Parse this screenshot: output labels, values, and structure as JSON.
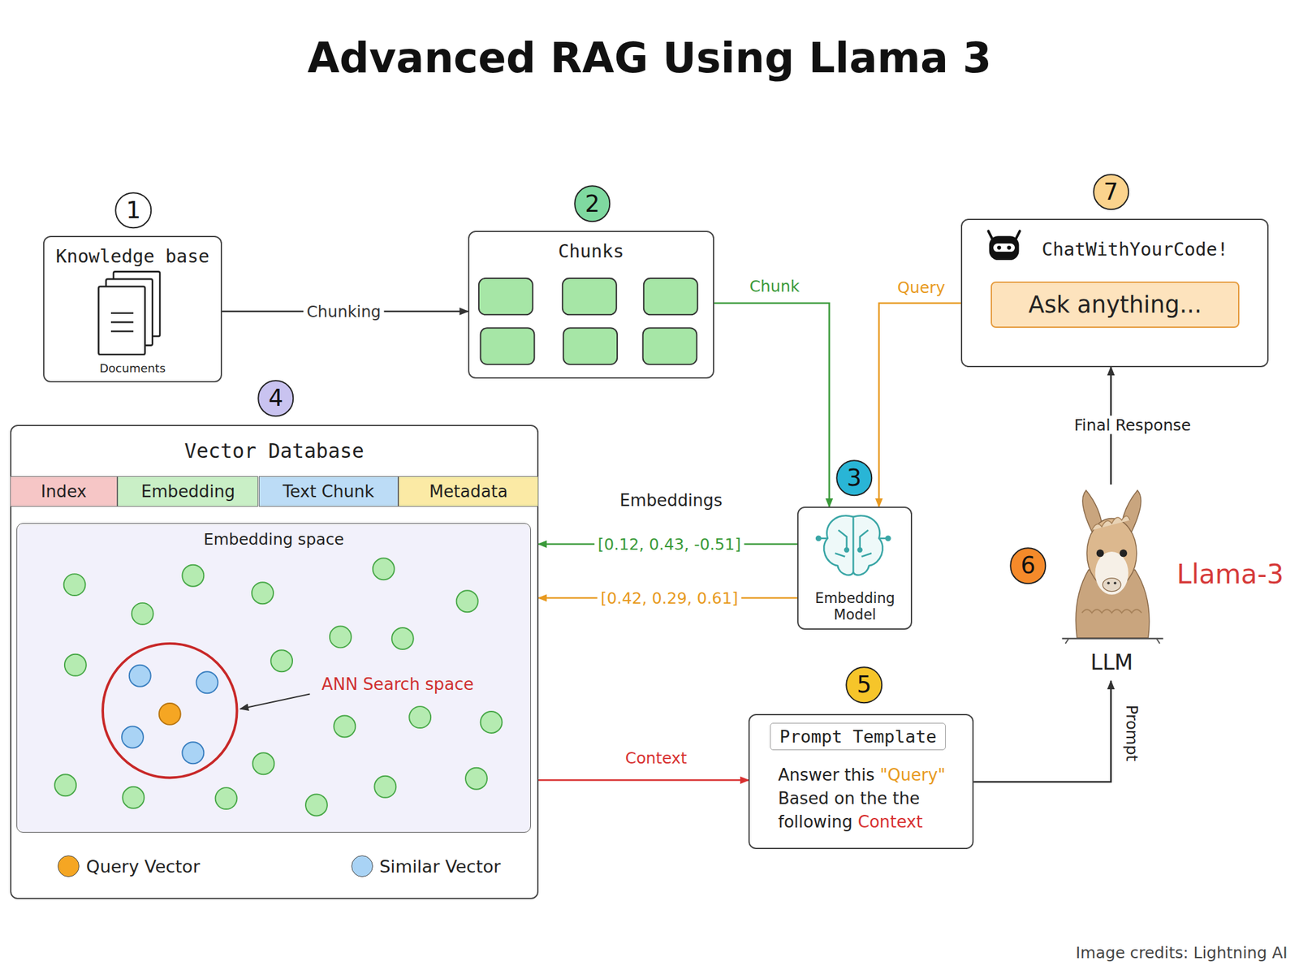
{
  "diagram": {
    "title": "Advanced RAG Using Llama 3",
    "caption": "Image credits: Lightning AI",
    "nodes": [
      {
        "text": [
          "Knowledge base",
          "Documents"
        ]
      },
      {
        "text": [
          "Chunks"
        ]
      },
      {
        "text": [
          "ChatWithYourCode!"
        ]
      },
      {
        "text": [
          "Ask anything..."
        ],
        "in": 2
      },
      {
        "text": [
          "Vector Database"
        ]
      },
      {
        "text": [
          "Index"
        ],
        "in": 4
      },
      {
        "text": [
          "Embedding"
        ],
        "in": 4
      },
      {
        "text": [
          "Text Chunk"
        ],
        "in": 4
      },
      {
        "text": [
          "Metadata"
        ],
        "in": 4
      },
      {
        "text": [
          "Embedding space"
        ],
        "in": 4
      },
      {
        "text": [
          "Embedding Model"
        ]
      },
      {
        "text": [
          "LLM"
        ]
      },
      {
        "text": [
          "Answer this \"Query\" Based on the the following Context"
        ]
      },
      {
        "text": [
          "Prompt Template"
        ],
        "in": 12
      }
    ],
    "edges": [
      {
        "from": 0,
        "to": 1,
        "label": "Chunking",
        "arrow": "to"
      },
      {
        "from": 1,
        "to": 10,
        "label": "Chunk",
        "arrow": "to"
      },
      {
        "from": 2,
        "to": 10,
        "label": "Query",
        "arrow": "to"
      },
      {
        "from": 10,
        "to": 4,
        "label": "[0.12, 0.43, -0.51]",
        "arrow": "to"
      },
      {
        "from": 10,
        "to": 4,
        "label": "[0.42, 0.29, 0.61]",
        "arrow": "to"
      },
      {
        "from": 4,
        "to": 12,
        "label": "Context",
        "arrow": "to"
      },
      {
        "from": 12,
        "to": 11,
        "label": "Prompt",
        "arrow": "to"
      },
      {
        "from": 11,
        "to": 2,
        "label": "Final Response",
        "arrow": "to"
      }
    ],
    "labels": [
      "1",
      "2",
      "7",
      "4",
      "3",
      "Embeddings",
      "ANN Search space",
      "6",
      "Llama-3",
      "5"
    ],
    "legend": [
      {
        "text": "Query Vector",
        "color": "#f5a623"
      },
      {
        "text": "Similar Vector",
        "color": "#a9d3f5"
      }
    ]
  }
}
